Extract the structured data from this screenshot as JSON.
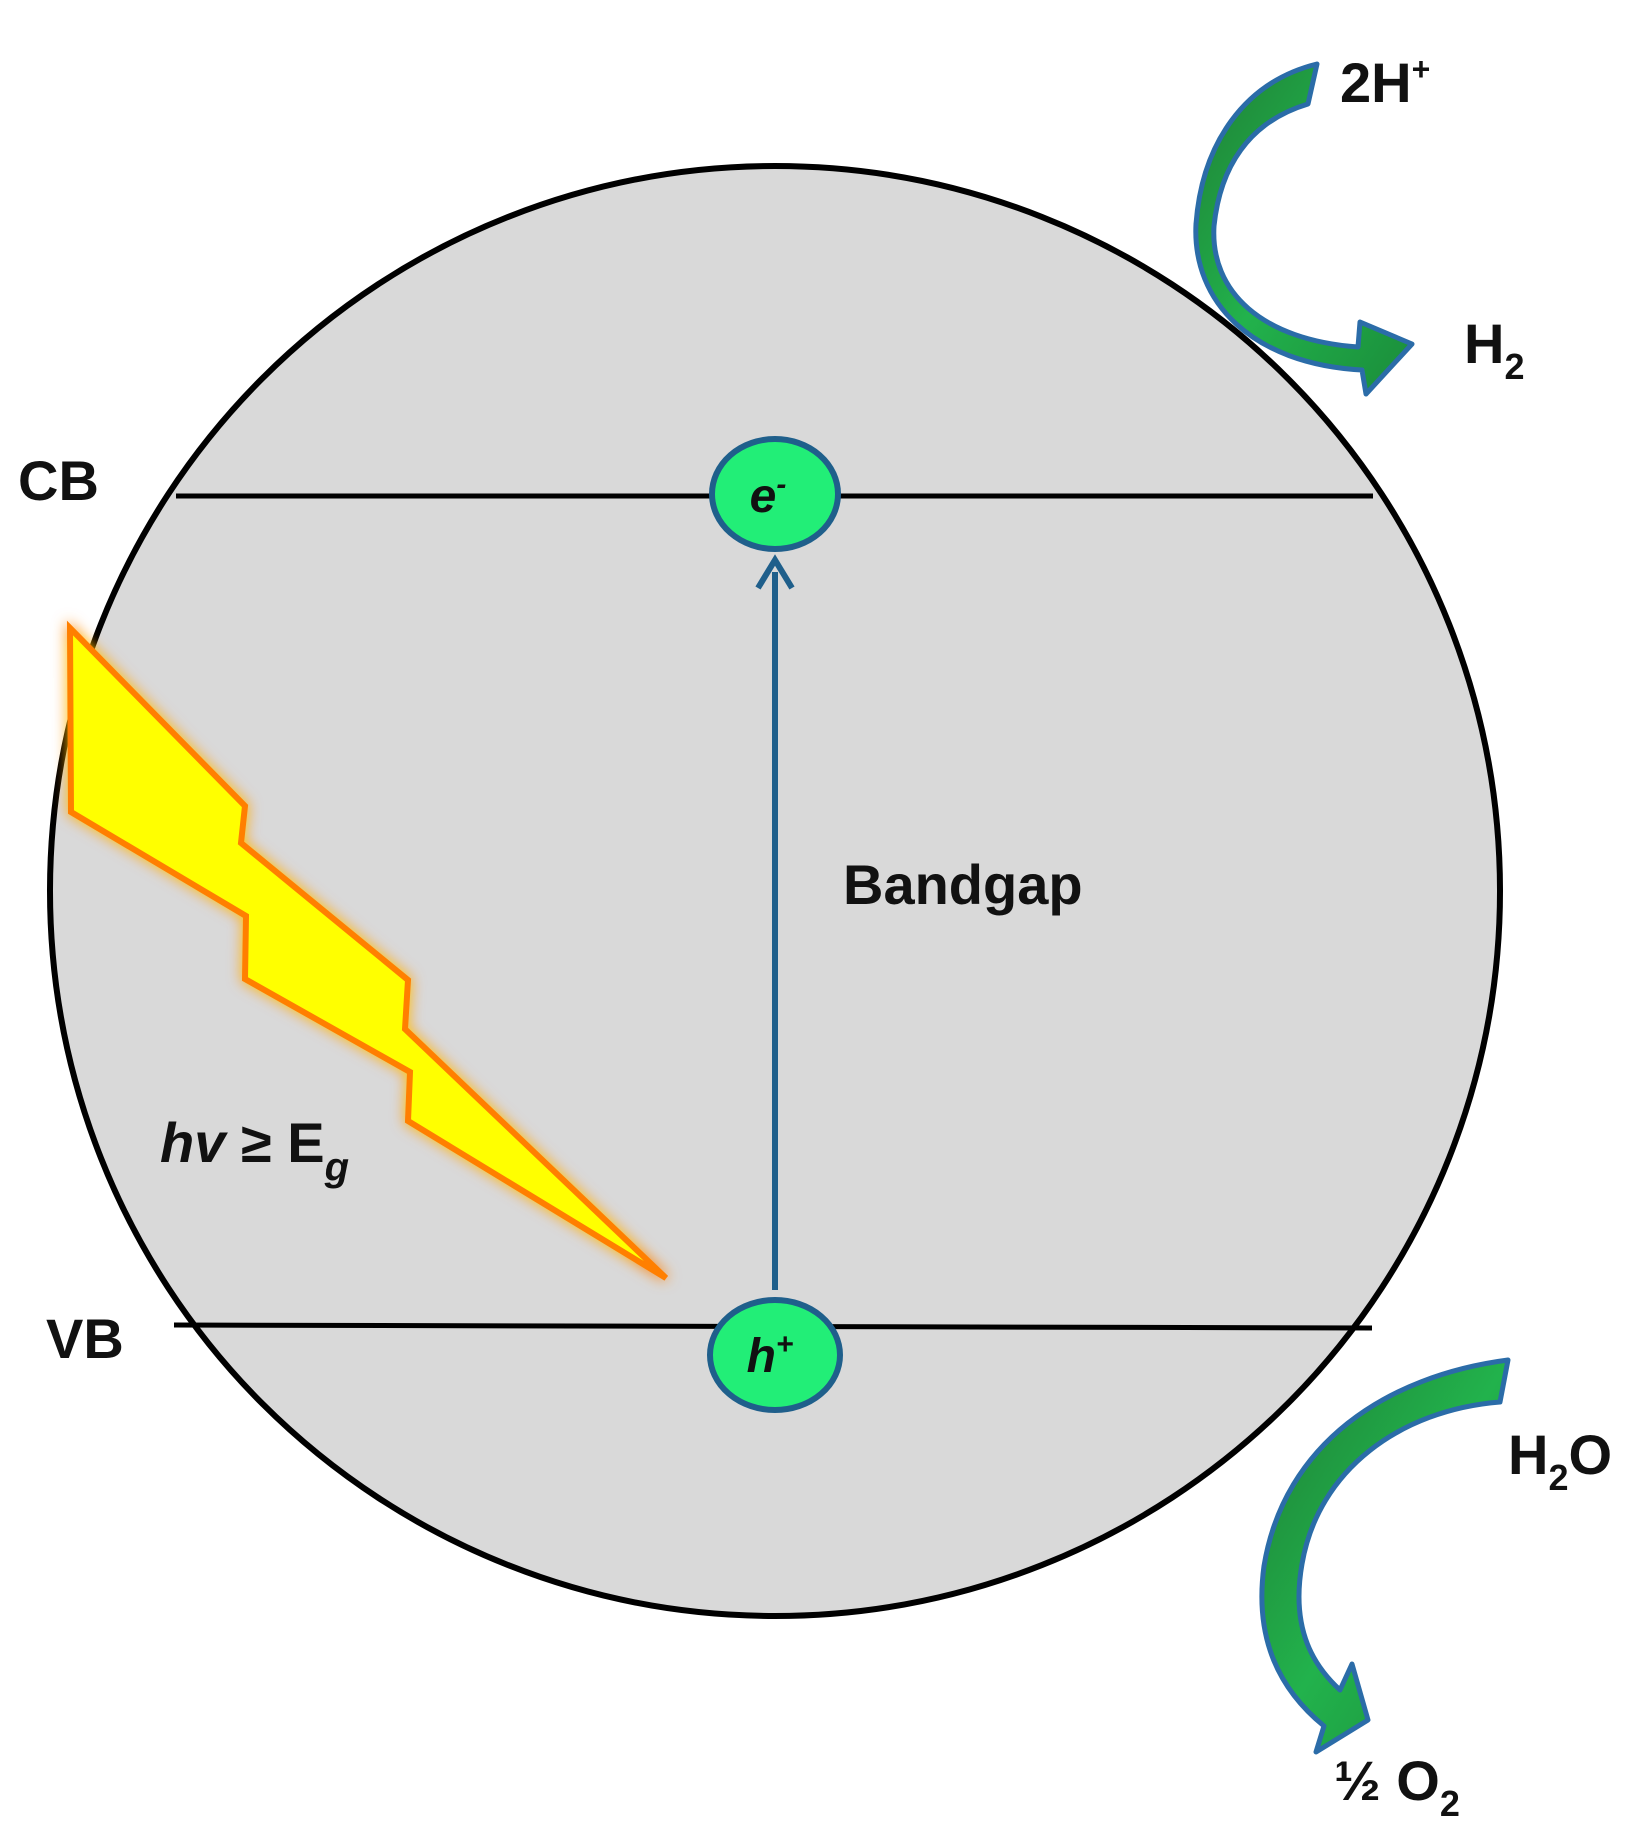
{
  "diagram": {
    "band_labels": {
      "conduction": "CB",
      "valence": "VB"
    },
    "bandgap_label": "Bandgap",
    "carriers": {
      "electron": {
        "symbol": "e",
        "sup": "-"
      },
      "hole": {
        "symbol": "h",
        "sup": "+"
      }
    },
    "photon": {
      "h": "h",
      "v": "v",
      "relation": " ≥ E",
      "sub": "g"
    },
    "reduction": {
      "reactant": {
        "main": "2H",
        "sup": "+"
      },
      "product": {
        "main": "H",
        "sub": "2"
      }
    },
    "oxidation": {
      "reactant": {
        "main": "H",
        "sub": "2",
        "tail": "O"
      },
      "product": {
        "main": "½ O",
        "sub": "2"
      }
    },
    "colors": {
      "particle_fill": "#22ee77",
      "particle_stroke": "#1f5f8b",
      "bandgap_arrow": "#1f5f8b",
      "bolt_fill": "#ffff00",
      "bolt_stroke": "#ff7f00",
      "curved_arrow_fill": "#1e9a3a",
      "curved_arrow_stroke": "#2b6ca8",
      "particle_background": "#d9d9d9"
    },
    "icons": [
      "lightning-bolt-icon",
      "curved-arrow-icon"
    ]
  }
}
